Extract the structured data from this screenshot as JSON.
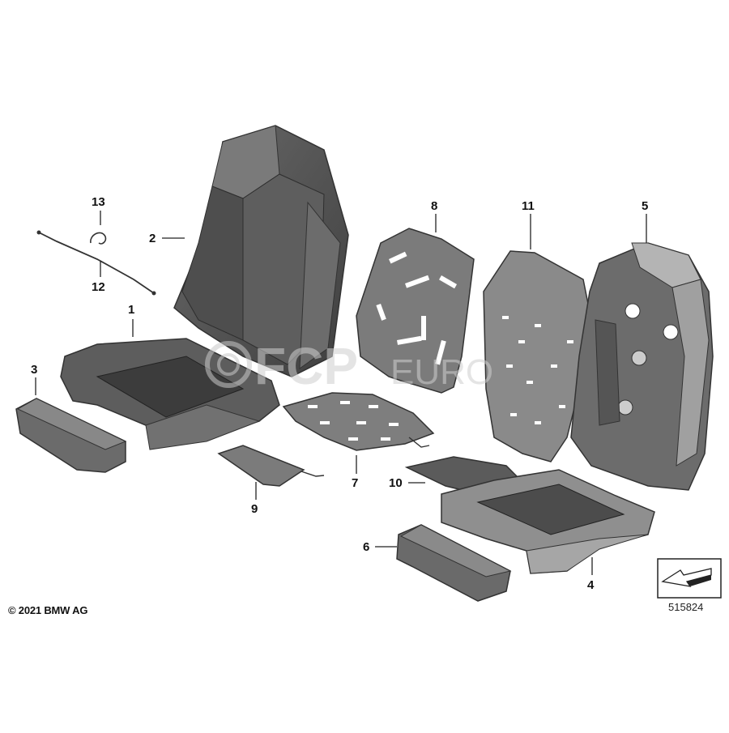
{
  "callouts": [
    {
      "id": "1",
      "label": "1"
    },
    {
      "id": "2",
      "label": "2"
    },
    {
      "id": "3",
      "label": "3"
    },
    {
      "id": "4",
      "label": "4"
    },
    {
      "id": "5",
      "label": "5"
    },
    {
      "id": "6",
      "label": "6"
    },
    {
      "id": "7",
      "label": "7"
    },
    {
      "id": "8",
      "label": "8"
    },
    {
      "id": "9",
      "label": "9"
    },
    {
      "id": "10",
      "label": "10"
    },
    {
      "id": "11",
      "label": "11"
    },
    {
      "id": "12",
      "label": "12"
    },
    {
      "id": "13",
      "label": "13"
    }
  ],
  "copyright": "© 2021 BMW AG",
  "diagram_id": "515824",
  "watermark": {
    "text_fcp": "FCP",
    "text_euro": "EURO"
  },
  "colors": {
    "part_dark": "#5a5a5a",
    "part_mid": "#7a7a7a",
    "part_light": "#9c9c9c",
    "outline": "#3a3a3a"
  }
}
